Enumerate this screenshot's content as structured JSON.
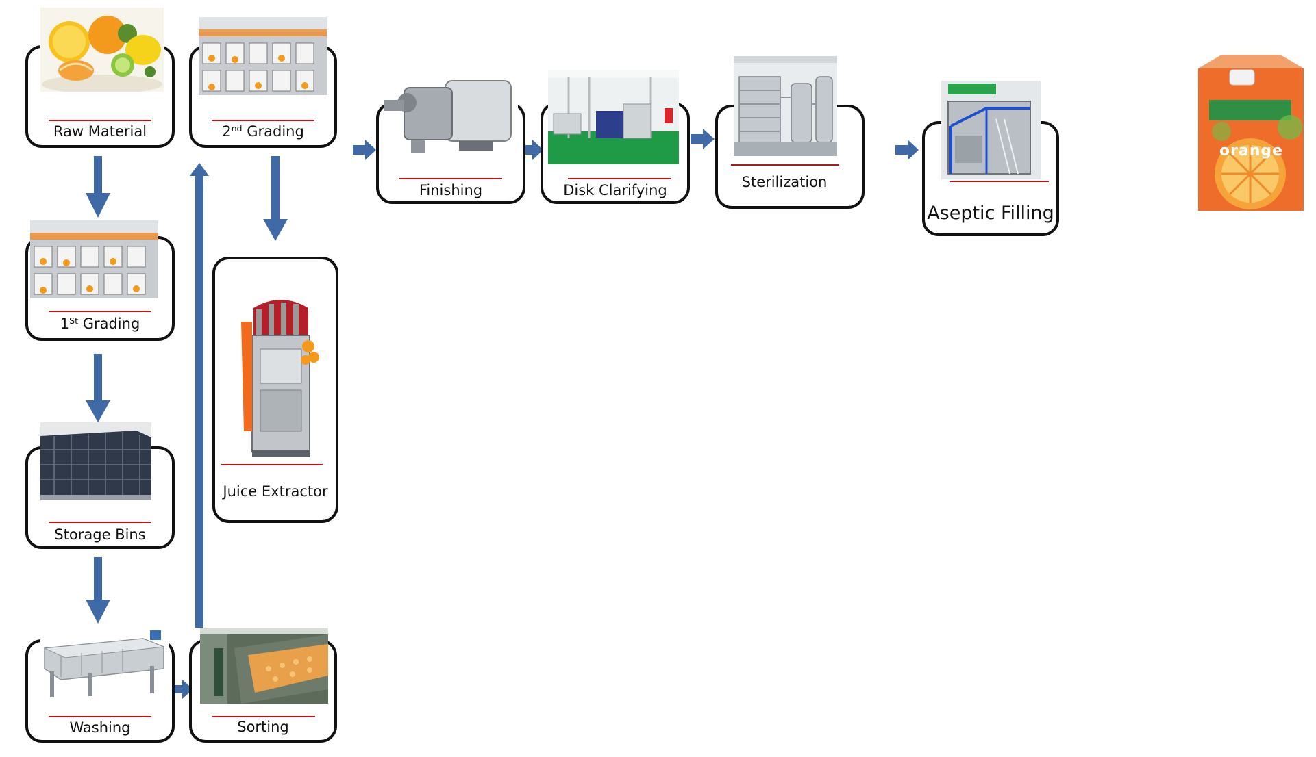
{
  "steps": {
    "raw_material": "Raw Material",
    "grading1_num": "1",
    "grading1_sup": "St",
    "grading1_text": " Grading",
    "storage_bins": "Storage Bins",
    "washing": "Washing",
    "sorting": "Sorting",
    "grading2_num": "2",
    "grading2_sup": "nd",
    "grading2_text": " Grading",
    "juice_extractor": "Juice Extractor",
    "finishing": "Finishing",
    "disk_clarifying": "Disk Clarifying",
    "sterilization": "Sterilization",
    "aseptic_filling": "Aseptic Filling"
  },
  "product": {
    "brand_text": "orange"
  },
  "colors": {
    "arrow": "#3f6aa6",
    "box_border": "#111111",
    "underline": "#c0141b",
    "carton_orange": "#ef6d2a"
  }
}
